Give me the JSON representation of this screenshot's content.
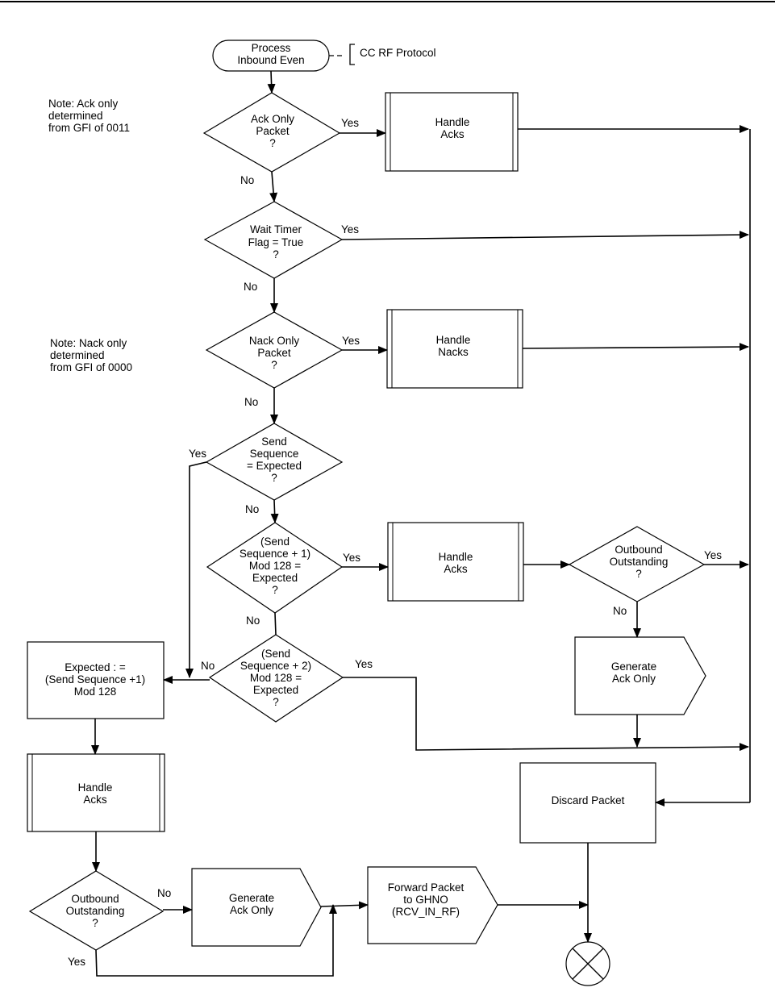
{
  "start": {
    "lines": [
      "Process",
      "Inbound Even"
    ]
  },
  "comment": "CC RF Protocol",
  "notes": {
    "ack": [
      "Note: Ack only",
      "determined",
      "from GFI of 0011"
    ],
    "nack": [
      "Note: Nack only",
      "determined",
      "from GFI of 0000"
    ]
  },
  "decisions": {
    "ack_only": [
      "Ack Only",
      "Packet",
      "?"
    ],
    "wait_timer": [
      "Wait Timer",
      "Flag = True",
      "?"
    ],
    "nack_only": [
      "Nack Only",
      "Packet",
      "?"
    ],
    "send_seq": [
      "Send",
      "Sequence",
      "= Expected",
      "?"
    ],
    "seq_plus1": [
      "(Send",
      "Sequence + 1)",
      "Mod 128 =",
      "Expected",
      "?"
    ],
    "seq_plus2": [
      "(Send",
      "Sequence + 2)",
      "Mod 128 =",
      "Expected",
      "?"
    ],
    "outbound_right": [
      "Outbound",
      "Outstanding",
      "?"
    ],
    "outbound_left": [
      "Outbound",
      "Outstanding",
      "?"
    ]
  },
  "processes": {
    "handle_acks_1": [
      "Handle",
      "Acks"
    ],
    "handle_nacks": [
      "Handle",
      "Nacks"
    ],
    "handle_acks_2": [
      "Handle",
      "Acks"
    ],
    "handle_acks_3": [
      "Handle",
      "Acks"
    ],
    "expected_assign": [
      "Expected : =",
      "(Send Sequence +1)",
      "Mod 128"
    ],
    "discard": [
      "Discard Packet"
    ]
  },
  "outputs": {
    "generate_ack_right": [
      "Generate",
      "Ack Only"
    ],
    "generate_ack_left": [
      "Generate",
      "Ack Only"
    ],
    "forward_packet": [
      "Forward Packet",
      "to GHNO",
      "(RCV_IN_RF)"
    ]
  },
  "labels": {
    "yes": "Yes",
    "no": "No"
  }
}
